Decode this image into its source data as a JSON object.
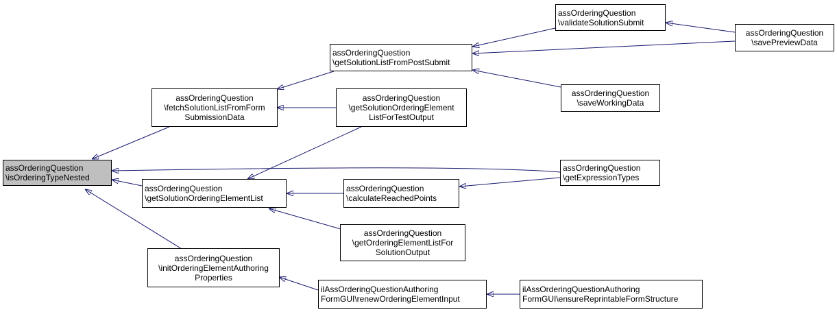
{
  "colors": {
    "edge": "#191970",
    "root_fill": "#bfbfbf",
    "node_fill": "#ffffff",
    "node_border": "#000000"
  },
  "nodes": {
    "root": {
      "lines": [
        "assOrderingQuestion",
        "\\isOrderingTypeNested"
      ]
    },
    "fetch": {
      "lines": [
        "assOrderingQuestion",
        "\\fetchSolutionListFromForm",
        "SubmissionData"
      ]
    },
    "getsol": {
      "lines": [
        "assOrderingQuestion",
        "\\getSolutionOrderingElementList"
      ]
    },
    "init": {
      "lines": [
        "assOrderingQuestion",
        "\\initOrderingElementAuthoring",
        "Properties"
      ]
    },
    "post": {
      "lines": [
        "assOrderingQuestion",
        "\\getSolutionListFromPostSubmit"
      ]
    },
    "testout": {
      "lines": [
        "assOrderingQuestion",
        "\\getSolutionOrderingElement",
        "ListForTestOutput"
      ]
    },
    "calc": {
      "lines": [
        "assOrderingQuestion",
        "\\calculateReachedPoints"
      ]
    },
    "solout": {
      "lines": [
        "assOrderingQuestion",
        "\\getOrderingElementListFor",
        "SolutionOutput"
      ]
    },
    "renew": {
      "lines": [
        "ilAssOrderingQuestionAuthoring",
        "FormGUI\\renewOrderingElementInput"
      ]
    },
    "validate": {
      "lines": [
        "assOrderingQuestion",
        "\\validateSolutionSubmit"
      ]
    },
    "working": {
      "lines": [
        "assOrderingQuestion",
        "\\saveWorkingData"
      ]
    },
    "expr": {
      "lines": [
        "assOrderingQuestion",
        "\\getExpressionTypes"
      ]
    },
    "ensure": {
      "lines": [
        "ilAssOrderingQuestionAuthoring",
        "FormGUI\\ensureReprintableFormStructure"
      ]
    },
    "preview": {
      "lines": [
        "assOrderingQuestion",
        "\\savePreviewData"
      ]
    }
  }
}
